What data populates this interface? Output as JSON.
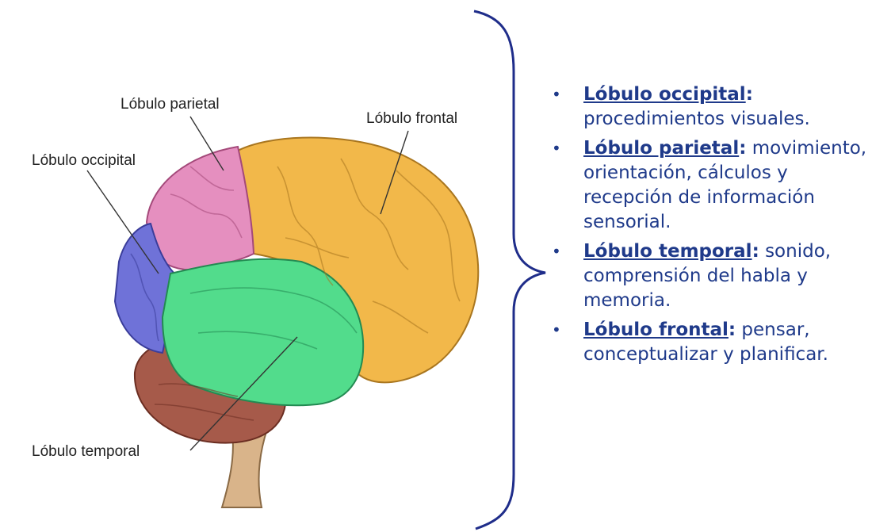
{
  "diagram": {
    "labels": {
      "parietal": "Lóbulo parietal",
      "frontal": "Lóbulo frontal",
      "occipital": "Lóbulo occipital",
      "temporal": "Lóbulo temporal"
    },
    "colors": {
      "frontal": "#f2b84a",
      "parietal": "#e58fbf",
      "occipital": "#6f72d8",
      "temporal": "#52dc8c",
      "cerebellum": "#a65a4a",
      "brainstem": "#d9b48a",
      "text": "#1f3a8a",
      "brace": "#1f2d8a"
    }
  },
  "legend": [
    {
      "term": "Lóbulo occipital",
      "colon": ":",
      "text": " procedimientos visuales."
    },
    {
      "term": "Lóbulo parietal",
      "colon": ":",
      "text": " movimiento, orientación, cálculos y recepción de información sensorial."
    },
    {
      "term": "Lóbulo temporal",
      "colon": ":",
      "text": " sonido, comprensión del habla y memoria."
    },
    {
      "term": "Lóbulo frontal",
      "colon": ":",
      "text": " pensar, conceptualizar y planificar."
    }
  ]
}
